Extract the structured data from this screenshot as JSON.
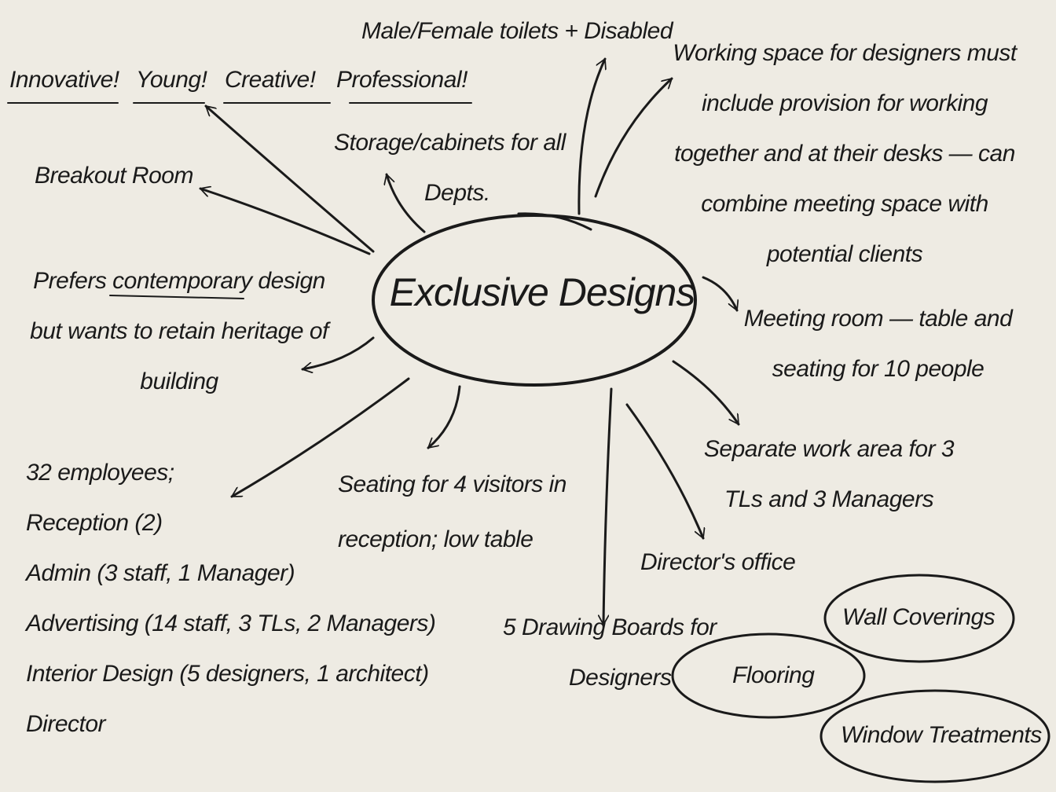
{
  "center": {
    "title": "Exclusive Designs"
  },
  "nodes": {
    "toilets": "Male/Female toilets + Disabled",
    "values": [
      "Innovative!",
      "Young!",
      "Creative!",
      "Professional!"
    ],
    "working_space": [
      "Working space for designers must",
      "include provision for working",
      "together and at their desks — can",
      "combine meeting space with",
      "potential clients"
    ],
    "storage": [
      "Storage/cabinets for all",
      "Depts."
    ],
    "breakout": "Breakout Room",
    "design_pref": [
      "Prefers contemporary design",
      "but wants to retain heritage of",
      "building"
    ],
    "meeting_room": [
      "Meeting room — table and",
      "seating for 10 people"
    ],
    "separate_area": [
      "Separate work area for 3",
      "TLs and 3 Managers"
    ],
    "employees": [
      "32 employees;",
      "Reception (2)",
      "Admin (3 staff, 1 Manager)",
      "Advertising (14 staff, 3 TLs, 2 Managers)",
      "Interior Design (5 designers, 1 architect)",
      "Director"
    ],
    "seating": [
      "Seating for 4 visitors in",
      "reception; low table"
    ],
    "director_office": "Director's office",
    "drawing_boards": [
      "5 Drawing Boards for",
      "Designers"
    ],
    "finishes": [
      "Wall Coverings",
      "Flooring",
      "Window Treatments"
    ]
  }
}
